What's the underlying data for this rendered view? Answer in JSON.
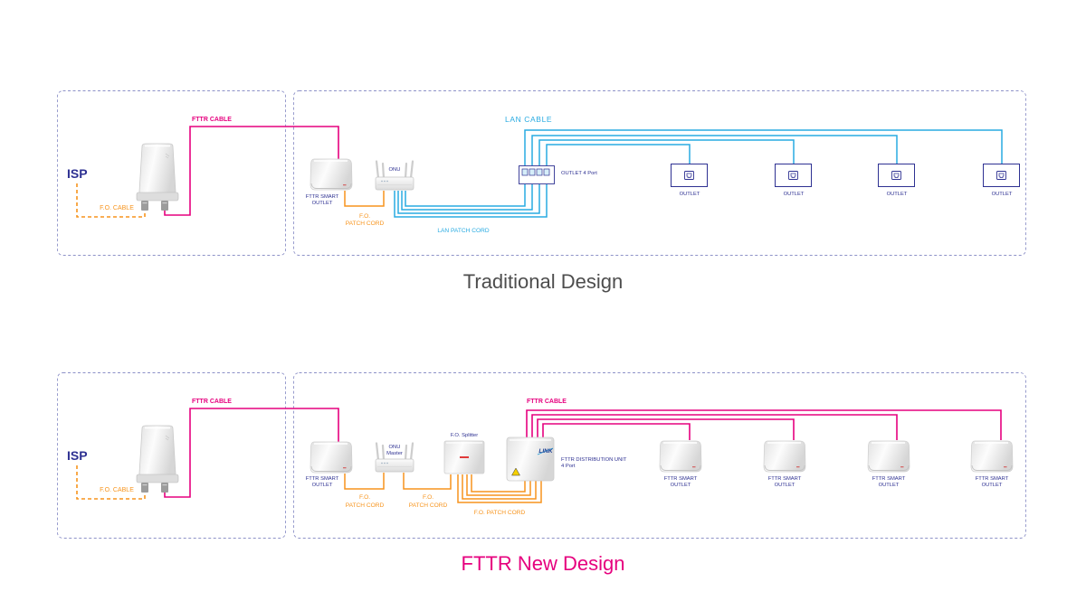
{
  "colors": {
    "fttr_cable": "#e6007e",
    "fo_cable": "#f7941d",
    "lan_cable": "#29abe2",
    "label_blue": "#2e3192",
    "zone_border": "#8e92c8",
    "title_gray": "#4d4d4d"
  },
  "traditional": {
    "title": "Traditional Design",
    "isp": "ISP",
    "fo_cable": "F.O. CABLE",
    "fttr_cable": "FTTR CABLE",
    "smart_outlet": [
      "FTTR SMART",
      "OUTLET"
    ],
    "onu": "ONU",
    "fo_patch_cord": [
      "F.O.",
      "PATCH CORD"
    ],
    "lan_patch_cord": "LAN PATCH CORD",
    "lan_cable": "LAN CABLE",
    "outlet_4port": "OUTLET 4 Port",
    "outlets": [
      "OUTLET",
      "OUTLET",
      "OUTLET",
      "OUTLET"
    ]
  },
  "fttr_design": {
    "title": "FTTR New Design",
    "isp": "ISP",
    "fo_cable": "F.O. CABLE",
    "fttr_cable": "FTTR CABLE",
    "smart_outlet": [
      "FTTR SMART",
      "OUTLET"
    ],
    "onu_master": [
      "ONU",
      "Master"
    ],
    "fo_patch_cord_1": [
      "F.O.",
      "PATCH CORD"
    ],
    "fo_splitter": "F.O. Splitter",
    "fo_patch_cord_2": [
      "F.O.",
      "PATCH CORD"
    ],
    "fo_patch_cord_bundle": "F.O. PATCH CORD",
    "distribution_fttr_cable": "FTTR CABLE",
    "distribution_unit": [
      "FTTR DISTRIBUTION UNIT",
      "4 Port"
    ],
    "distribution_brand": "LINK",
    "remote_outlets": [
      [
        "FTTR SMART",
        "OUTLET"
      ],
      [
        "FTTR SMART",
        "OUTLET"
      ],
      [
        "FTTR SMART",
        "OUTLET"
      ],
      [
        "FTTR SMART",
        "OUTLET"
      ]
    ]
  }
}
